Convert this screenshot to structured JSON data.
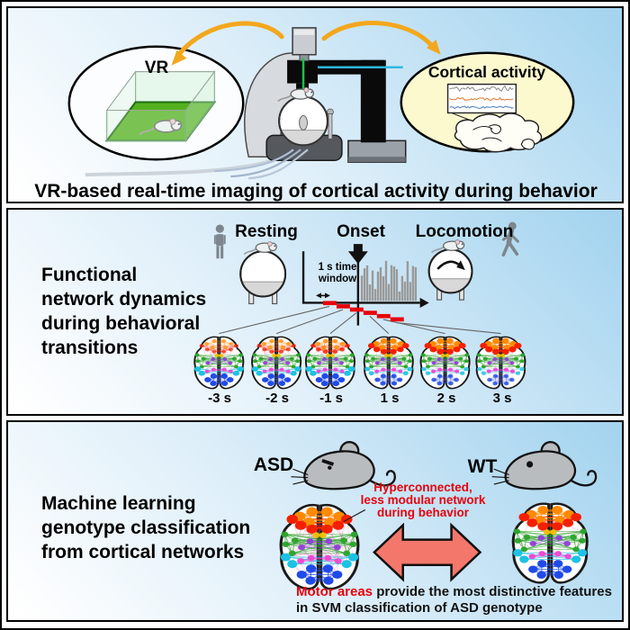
{
  "panel1": {
    "title": "VR-based real-time imaging of cortical activity during behavior",
    "vr_label": "VR",
    "cortical_label": "Cortical activity",
    "colors": {
      "arrow_orange": "#f3a71c",
      "vr_floor": "#54b01e",
      "cortical_fill": "#fdf9cf",
      "laser_green": "#17c34d",
      "beam_cyan": "#2fb9dd",
      "trace_gray": "#8a8a8a",
      "trace_orange": "#e0762e",
      "trace_blue": "#4a7ebc"
    }
  },
  "panel2": {
    "heading_lines": [
      "Functional",
      "network dynamics",
      "during behavioral",
      "transitions"
    ],
    "resting_label": "Resting",
    "onset_label": "Onset",
    "locomotion_label": "Locomotion",
    "window_label_line1": "1 s time",
    "window_label_line2": "window",
    "tick_color": "#e8000b",
    "speed_trace_color": "#9a9a9a",
    "brains": [
      {
        "label": "-3 s",
        "red": 0.3,
        "blue": 0.95
      },
      {
        "label": "-2 s",
        "red": 0.35,
        "blue": 0.9
      },
      {
        "label": "-1 s",
        "red": 0.45,
        "blue": 1.0
      },
      {
        "label": "1 s",
        "red": 0.85,
        "blue": 0.6
      },
      {
        "label": "2 s",
        "red": 0.95,
        "blue": 0.5
      },
      {
        "label": "3 s",
        "red": 1.0,
        "blue": 0.45
      }
    ]
  },
  "panel3": {
    "heading_lines": [
      "Machine learning",
      "genotype classification",
      "from cortical networks"
    ],
    "asd_label": "ASD",
    "wt_label": "WT",
    "annotation_lines": [
      "Hyperconnected,",
      "less modular network",
      "during behavior"
    ],
    "annotation_color": "#e8000b",
    "arrow_fill": "#f4776b",
    "footnote_highlight": "Motor areas",
    "footnote_rest": " provide the most distinctive features",
    "footnote_line2": "in SVM classification of ASD genotype",
    "asd_network": {
      "red": 0.95,
      "blue": 0.85,
      "cross": 1.0
    },
    "wt_network": {
      "red": 0.9,
      "blue": 0.8,
      "cross": 0.25
    }
  }
}
